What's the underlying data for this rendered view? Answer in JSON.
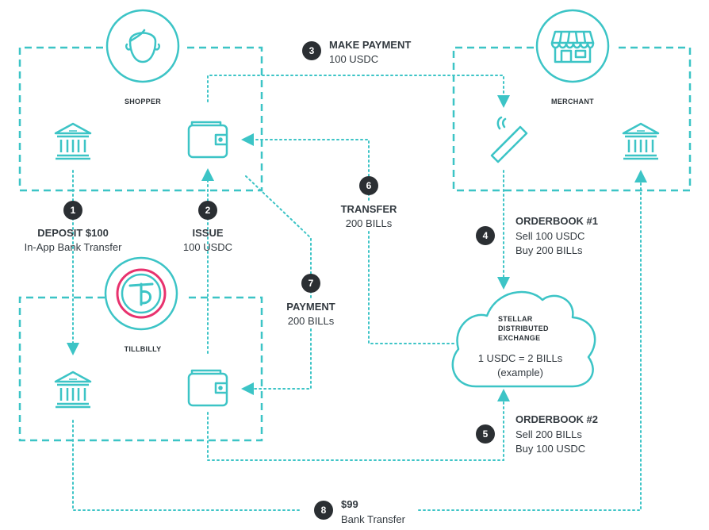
{
  "actors": {
    "shopper": "SHOPPER",
    "merchant": "MERCHANT",
    "tillbilly": "TILLBILLY",
    "exchange": [
      "STELLAR",
      "DISTRIBUTED",
      "EXCHANGE"
    ]
  },
  "exchange_rate": "1 USDC = 2 BILLs",
  "exchange_note": "(example)",
  "steps": [
    {
      "num": "1",
      "title": "DEPOSIT $100",
      "detail": "In-App Bank Transfer"
    },
    {
      "num": "2",
      "title": "ISSUE",
      "detail": "100 USDC"
    },
    {
      "num": "3",
      "title": "MAKE PAYMENT",
      "detail": "100 USDC"
    },
    {
      "num": "4",
      "title": "ORDERBOOK #1",
      "detail": "Sell 100 USDC",
      "detail2": "Buy 200 BILLs"
    },
    {
      "num": "5",
      "title": "ORDERBOOK #2",
      "detail": "Sell 200 BILLs",
      "detail2": "Buy 100 USDC"
    },
    {
      "num": "6",
      "title": "TRANSFER",
      "detail": "200 BILLs"
    },
    {
      "num": "7",
      "title": "PAYMENT",
      "detail": "200 BILLs"
    },
    {
      "num": "8",
      "title": "$99",
      "detail": "Bank Transfer"
    }
  ],
  "colors": {
    "accent": "#3cc4c6",
    "badge": "#2b2f33",
    "logo_ring": "#e8326e"
  },
  "icons": [
    "person-icon",
    "storefront-icon",
    "bank-icon",
    "wallet-icon",
    "nfc-card-icon",
    "tillbilly-logo-icon",
    "cloud-icon"
  ]
}
